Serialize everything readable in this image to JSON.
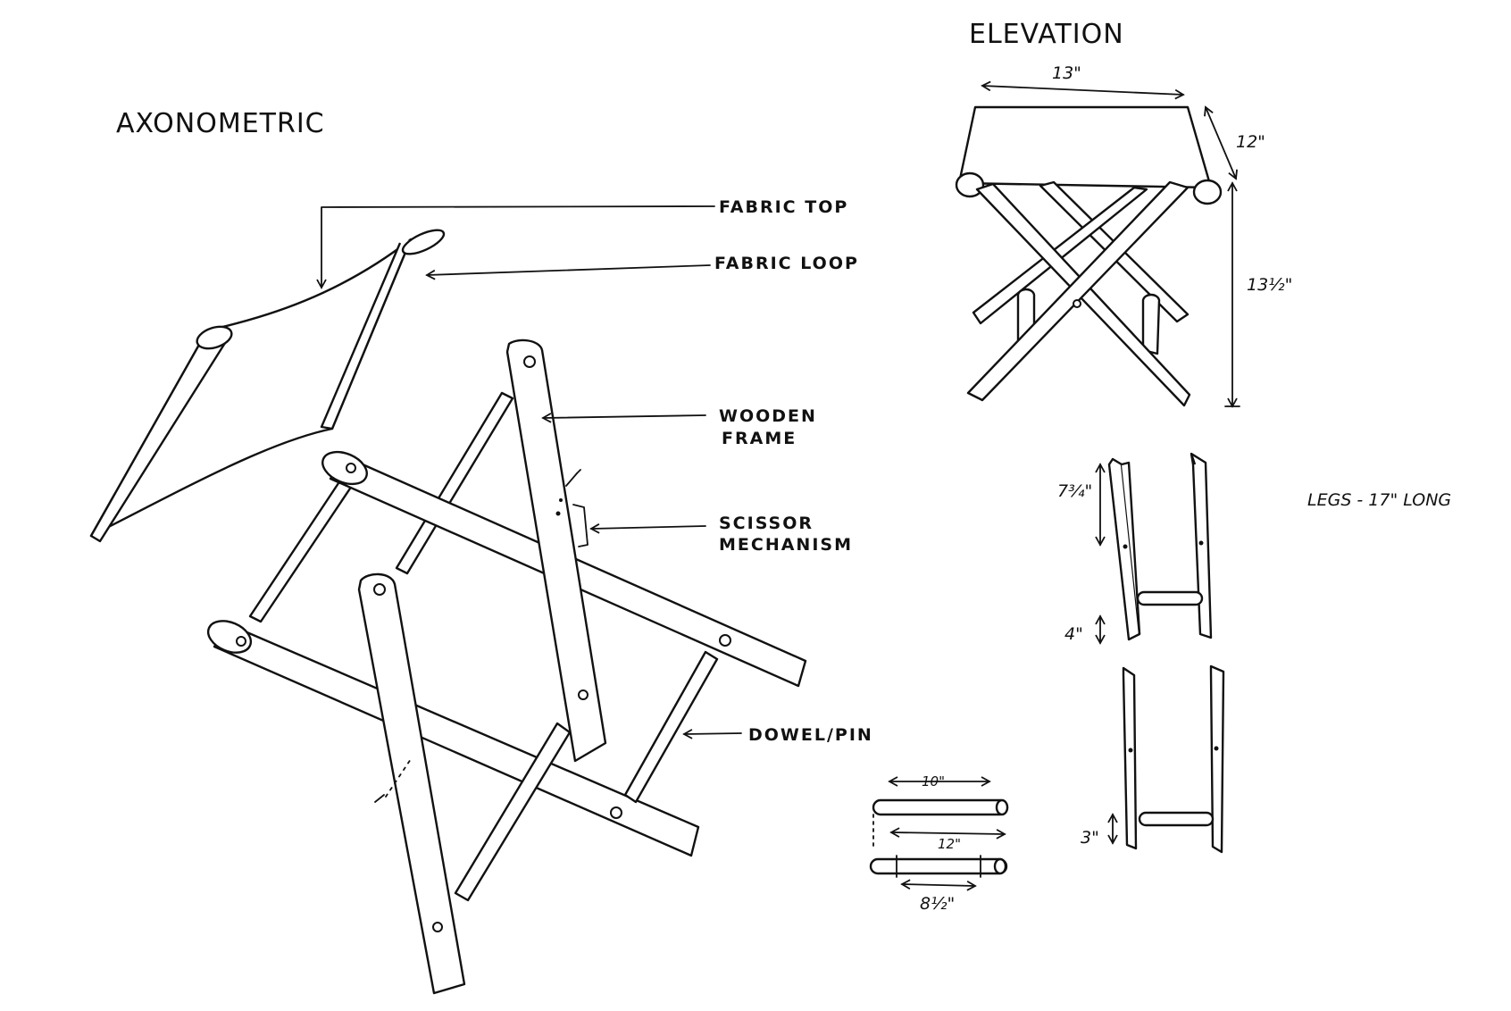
{
  "titles": {
    "axonometric": "AXONOMETRIC",
    "elevation": "ELEVATION"
  },
  "labels": {
    "fabric_top": "FABRIC TOP",
    "fabric_loop": "FABRIC LOOP",
    "wooden_frame_line1": "WOODEN",
    "wooden_frame_line2": "FRAME",
    "scissor_line1": "SCISSOR",
    "scissor_line2": "MECHANISM",
    "dowel_pin": "DOWEL/PIN"
  },
  "elevation_dims": {
    "width": "13\"",
    "depth": "12\"",
    "height": "13½\""
  },
  "legs": {
    "note": "LEGS - 17\" LONG",
    "upper_offset": "7¾\"",
    "lower_gap_a": "4\"",
    "lower_gap_b": "3\""
  },
  "dowels": {
    "length_a": "10\"",
    "length_b": "12\"",
    "length_c": "8½\""
  }
}
